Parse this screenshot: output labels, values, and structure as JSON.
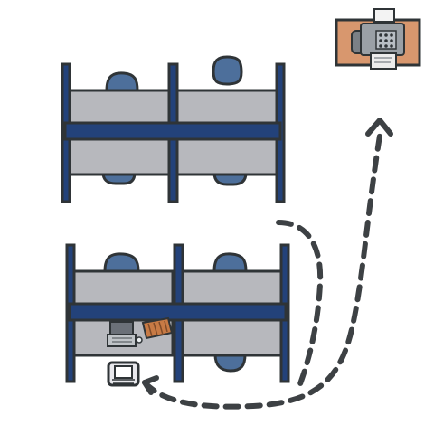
{
  "scene": {
    "background": "#ffffff",
    "outline": "#2f3437",
    "partition_blue": "#23427a",
    "desk_gray": "#b7b8bd",
    "chair_blue": "#4d6f9b",
    "fax_table": "#d8976e",
    "laptop": "#6b7078",
    "crate": "#e8e8ec",
    "folder": "#c77a45"
  },
  "objects": {
    "top_workstation": "office-cubicle-cluster",
    "bottom_workstation": "office-cubicle-cluster",
    "fax_station": "fax-machine",
    "route": "dashed-path-arrow"
  }
}
